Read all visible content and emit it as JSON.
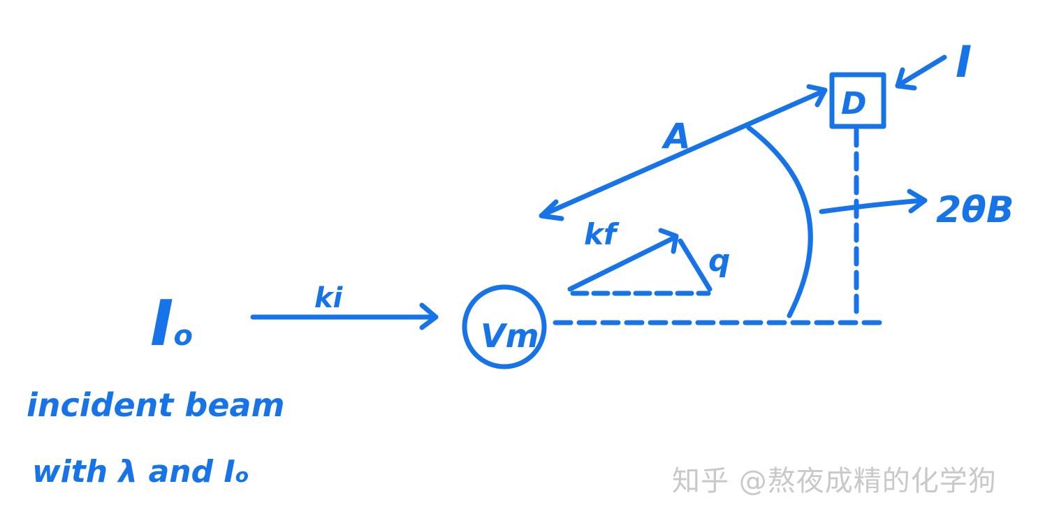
{
  "colors": {
    "ink": "#1673e8",
    "watermark": "#c9c9c9",
    "background": "#ffffff"
  },
  "labels": {
    "incident_intensity": "I",
    "incident_subscript": "o",
    "incident_wavevector": "ki",
    "sample": "Vm",
    "scattered_wavevector": "kf",
    "scattering_vector": "q",
    "distance": "A",
    "detector": "D",
    "detected_intensity": "I",
    "angle_prefix": "2θ",
    "angle_subscript": "B",
    "note_line1": "incident  beam",
    "note_line2": "with λ  and I",
    "note_line2_subscript": "o"
  },
  "watermark": {
    "text": "知乎 @熬夜成精的化学狗"
  }
}
